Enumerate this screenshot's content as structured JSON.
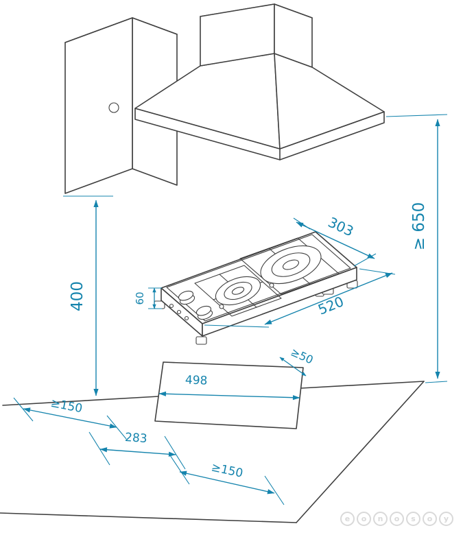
{
  "colors": {
    "line": "#3f3f3f",
    "dimension": "#1584ad",
    "watermark": "#d9d9d9",
    "background": "#ffffff"
  },
  "dims": {
    "hood_clearance": "≥ 650",
    "worktop_clearance": "400",
    "hob_depth": "303",
    "hob_width": "520",
    "hob_height": "60",
    "cutout_length": "498",
    "rear_clearance": "≥50",
    "side_clearance": "≥150",
    "cutout_depth": "283",
    "front_clearance": "≥150"
  },
  "watermark": "eonosoy"
}
